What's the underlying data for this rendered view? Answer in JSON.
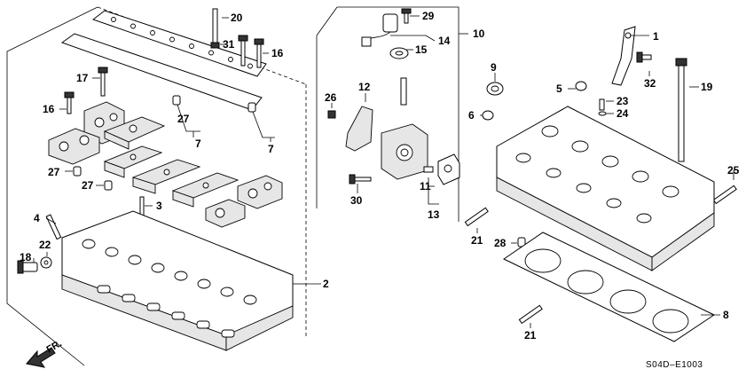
{
  "diagram_code": "S04D–E1003",
  "front_marker": "FR.",
  "callouts": [
    {
      "id": "c1",
      "text": "1"
    },
    {
      "id": "c2",
      "text": "2"
    },
    {
      "id": "c3",
      "text": "3"
    },
    {
      "id": "c4",
      "text": "4"
    },
    {
      "id": "c5",
      "text": "5"
    },
    {
      "id": "c6",
      "text": "6"
    },
    {
      "id": "c7a",
      "text": "7"
    },
    {
      "id": "c7b",
      "text": "7"
    },
    {
      "id": "c8",
      "text": "8"
    },
    {
      "id": "c9",
      "text": "9"
    },
    {
      "id": "c10",
      "text": "10"
    },
    {
      "id": "c11",
      "text": "11"
    },
    {
      "id": "c12",
      "text": "12"
    },
    {
      "id": "c13",
      "text": "13"
    },
    {
      "id": "c14",
      "text": "14"
    },
    {
      "id": "c15",
      "text": "15"
    },
    {
      "id": "c16a",
      "text": "16"
    },
    {
      "id": "c16b",
      "text": "16"
    },
    {
      "id": "c17",
      "text": "17"
    },
    {
      "id": "c18",
      "text": "18"
    },
    {
      "id": "c19",
      "text": "19"
    },
    {
      "id": "c20",
      "text": "20"
    },
    {
      "id": "c21a",
      "text": "21"
    },
    {
      "id": "c21b",
      "text": "21"
    },
    {
      "id": "c22",
      "text": "22"
    },
    {
      "id": "c23",
      "text": "23"
    },
    {
      "id": "c24",
      "text": "24"
    },
    {
      "id": "c25",
      "text": "25"
    },
    {
      "id": "c26",
      "text": "26"
    },
    {
      "id": "c27a",
      "text": "27"
    },
    {
      "id": "c27b",
      "text": "27"
    },
    {
      "id": "c27c",
      "text": "27"
    },
    {
      "id": "c28",
      "text": "28"
    },
    {
      "id": "c29",
      "text": "29"
    },
    {
      "id": "c30",
      "text": "30"
    },
    {
      "id": "c31",
      "text": "31"
    },
    {
      "id": "c32",
      "text": "32"
    }
  ]
}
